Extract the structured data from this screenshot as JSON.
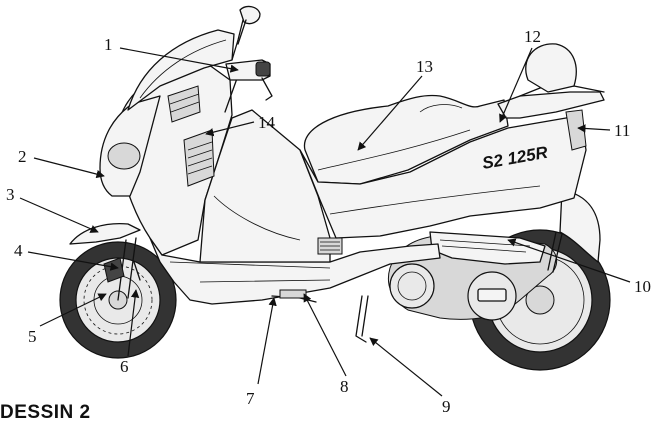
{
  "drawing_title": "DESSIN 2",
  "decal_text": "S2 125R",
  "callouts": [
    {
      "num": "1"
    },
    {
      "num": "2"
    },
    {
      "num": "3"
    },
    {
      "num": "4"
    },
    {
      "num": "5"
    },
    {
      "num": "6"
    },
    {
      "num": "7"
    },
    {
      "num": "8"
    },
    {
      "num": "9"
    },
    {
      "num": "10"
    },
    {
      "num": "11"
    },
    {
      "num": "12"
    },
    {
      "num": "13"
    },
    {
      "num": "14"
    }
  ],
  "colors": {
    "line": "#111111",
    "panel": "#f4f4f4",
    "shade": "#d8d8d8",
    "tire": "#333333"
  }
}
